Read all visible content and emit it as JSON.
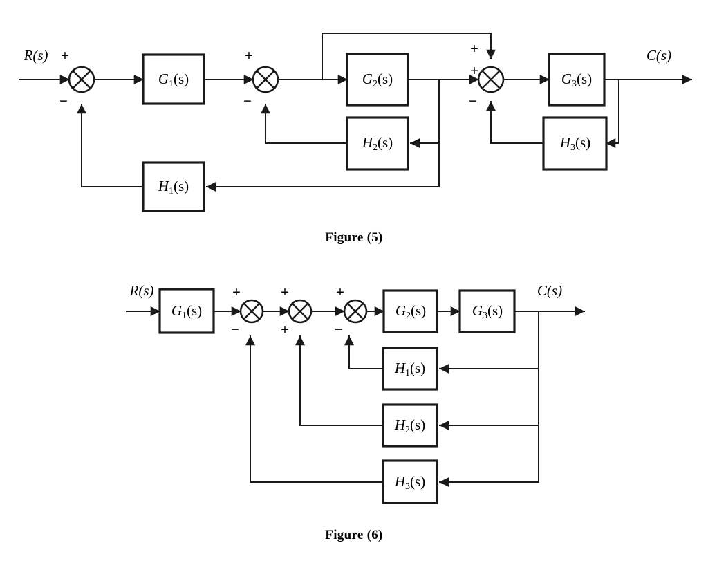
{
  "page": {
    "background_color": "#ffffff",
    "line_color": "#1a1a1a"
  },
  "figures": [
    {
      "id": "figure-5",
      "caption": "Figure (5)",
      "input_label": "R(s)",
      "output_label": "C(s)",
      "blocks": [
        {
          "name": "G1",
          "label_main": "G",
          "label_sub": "1",
          "label_tail": "(s)"
        },
        {
          "name": "G2",
          "label_main": "G",
          "label_sub": "2",
          "label_tail": "(s)"
        },
        {
          "name": "G3",
          "label_main": "G",
          "label_sub": "3",
          "label_tail": "(s)"
        },
        {
          "name": "H1",
          "label_main": "H",
          "label_sub": "1",
          "label_tail": "(s)"
        },
        {
          "name": "H2",
          "label_main": "H",
          "label_sub": "2",
          "label_tail": "(s)"
        },
        {
          "name": "H3",
          "label_main": "H",
          "label_sub": "3",
          "label_tail": "(s)"
        }
      ],
      "summing_junctions": [
        {
          "name": "sum-1",
          "signs": [
            "+",
            "−"
          ]
        },
        {
          "name": "sum-2",
          "signs": [
            "+",
            "−"
          ]
        },
        {
          "name": "sum-3",
          "signs": [
            "+",
            "+",
            "−"
          ]
        }
      ]
    },
    {
      "id": "figure-6",
      "caption": "Figure (6)",
      "input_label": "R(s)",
      "output_label": "C(s)",
      "blocks": [
        {
          "name": "G1",
          "label_main": "G",
          "label_sub": "1",
          "label_tail": "(s)"
        },
        {
          "name": "G2",
          "label_main": "G",
          "label_sub": "2",
          "label_tail": "(s)"
        },
        {
          "name": "G3",
          "label_main": "G",
          "label_sub": "3",
          "label_tail": "(s)"
        },
        {
          "name": "H1",
          "label_main": "H",
          "label_sub": "1",
          "label_tail": "(s)"
        },
        {
          "name": "H2",
          "label_main": "H",
          "label_sub": "2",
          "label_tail": "(s)"
        },
        {
          "name": "H3",
          "label_main": "H",
          "label_sub": "3",
          "label_tail": "(s)"
        }
      ],
      "summing_junctions": [
        {
          "name": "sum-1",
          "signs": [
            "+",
            "−"
          ]
        },
        {
          "name": "sum-2",
          "signs": [
            "+",
            "+"
          ]
        },
        {
          "name": "sum-3",
          "signs": [
            "+",
            "−"
          ]
        }
      ]
    }
  ],
  "signs": {
    "plus": "+",
    "minus": "−"
  },
  "labels": {
    "R": "R(s)",
    "C": "C(s)",
    "R_main": "R",
    "R_tail": "(s)",
    "C_main": "C",
    "C_tail": "(s)",
    "G": "G",
    "H": "H",
    "one": "1",
    "two": "2",
    "three": "3",
    "paren_s": "(s)"
  }
}
